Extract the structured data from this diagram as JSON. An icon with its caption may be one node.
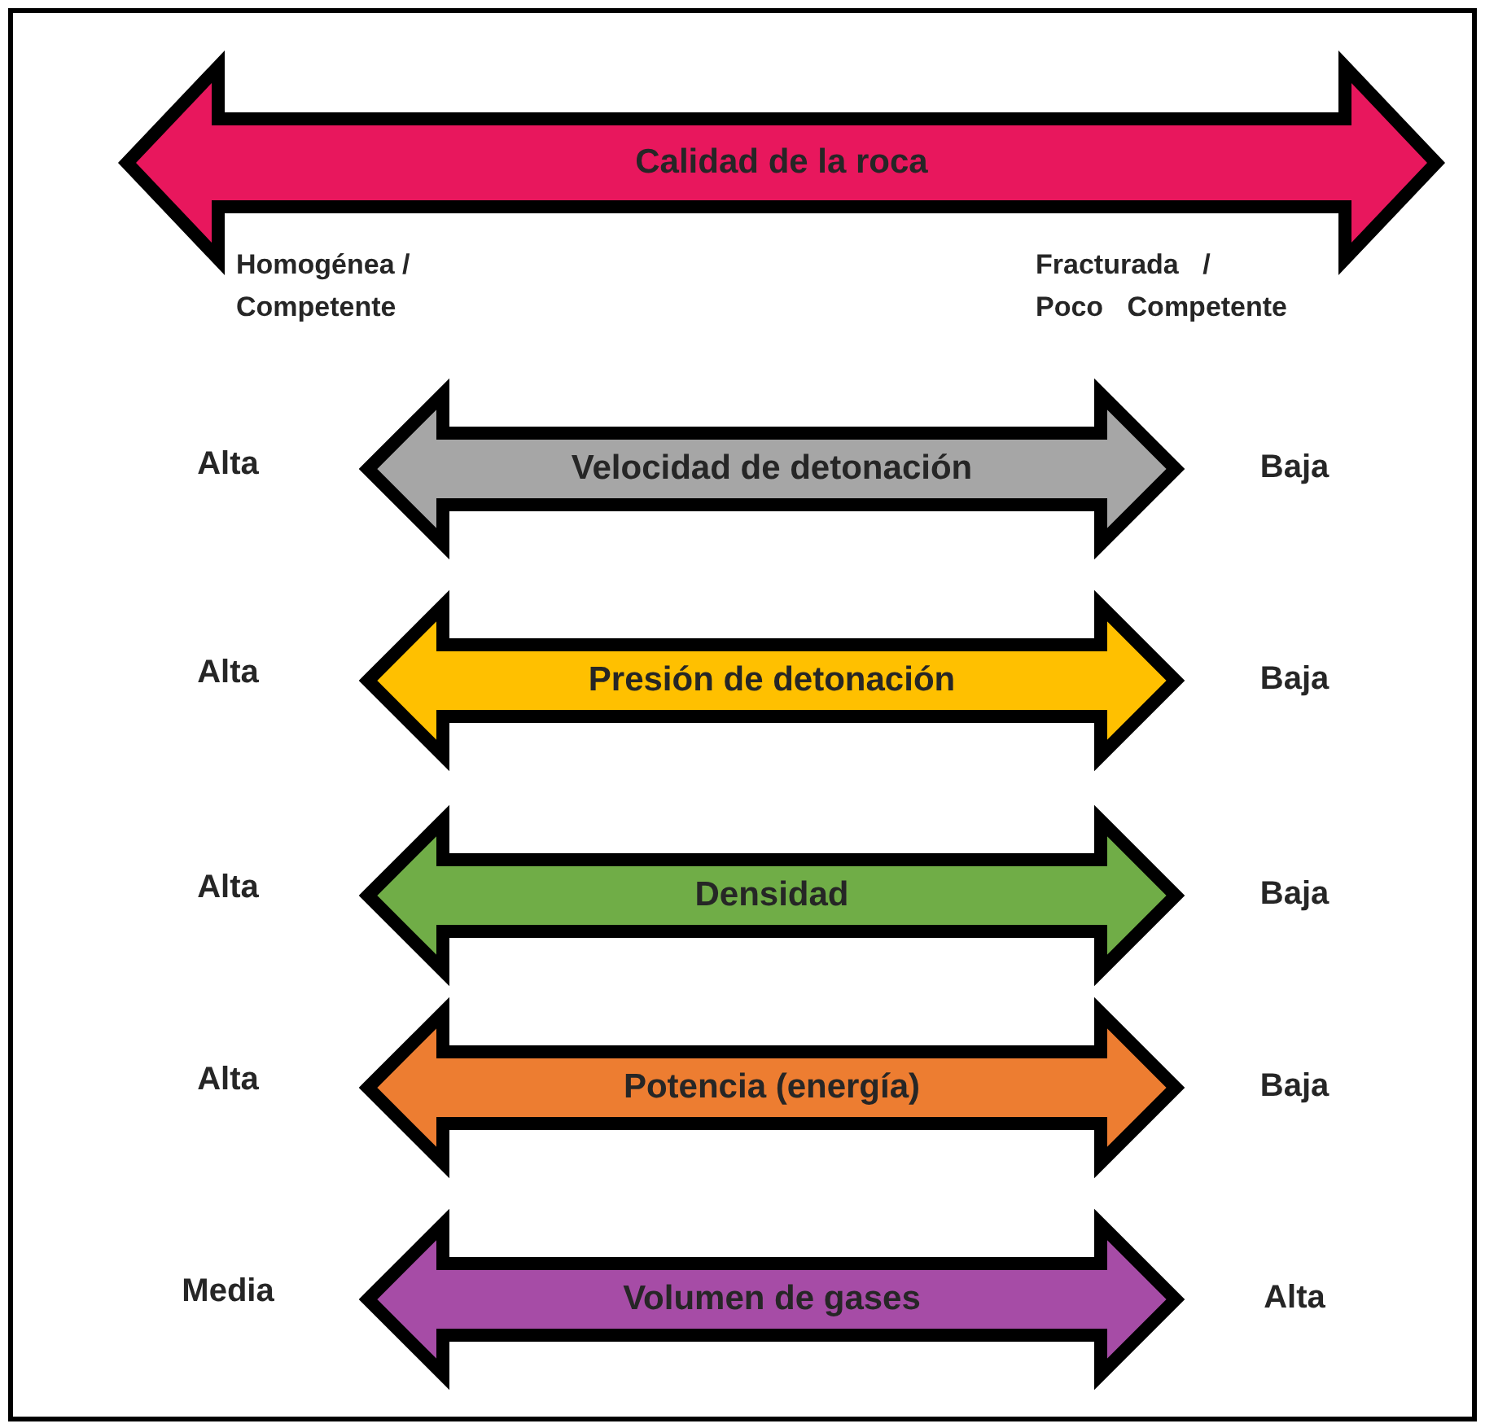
{
  "diagram": {
    "nodes": [
      {
        "text": [
          "Calidad de la roca"
        ],
        "beside": [
          "Homogénea / Competente",
          "Fracturada / Poco Competente"
        ]
      },
      {
        "text": [
          "Velocidad de detonación"
        ],
        "beside": [
          "Alta",
          "Baja"
        ]
      },
      {
        "text": [
          "Presión de detonación"
        ],
        "beside": [
          "Alta",
          "Baja"
        ]
      },
      {
        "text": [
          "Densidad"
        ],
        "beside": [
          "Alta",
          "Baja"
        ]
      },
      {
        "text": [
          "Potencia (energía)"
        ],
        "beside": [
          "Alta",
          "Baja"
        ]
      },
      {
        "text": [
          "Volumen de gases"
        ],
        "beside": [
          "Media",
          "Alta"
        ]
      }
    ]
  }
}
